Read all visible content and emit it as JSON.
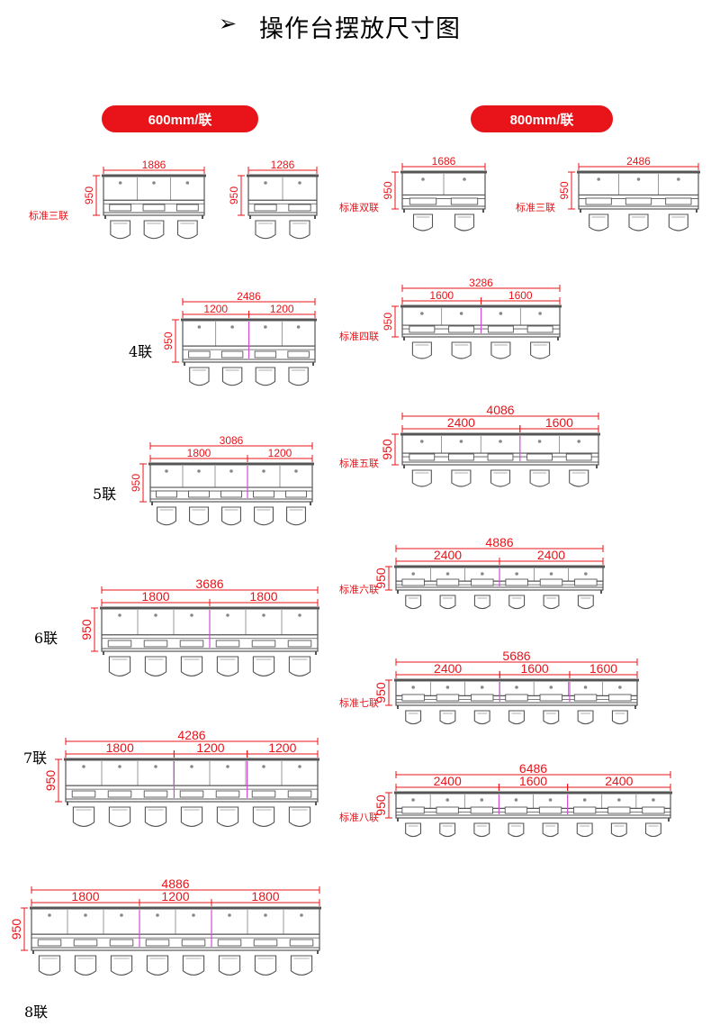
{
  "page_title": "操作台摆放尺寸图",
  "arrow_glyph": "➢",
  "pills": {
    "left": "600mm/联",
    "right": "800mm/联"
  },
  "height_label": "950",
  "colors": {
    "red": "#e8141a",
    "magenta": "#d24bd8",
    "gray": "#555555"
  },
  "units": [
    {
      "id": "l3",
      "label": "标准三联",
      "total": "1886",
      "segments": [],
      "seats": 3,
      "splits": []
    },
    {
      "id": "l2",
      "label": "",
      "total": "1286",
      "segments": [],
      "seats": 2,
      "splits": []
    },
    {
      "id": "l4",
      "label": "4联",
      "total": "2486",
      "segments": [
        "1200",
        "1200"
      ],
      "seats": 4,
      "splits": [
        0.5
      ]
    },
    {
      "id": "l5",
      "label": "5联",
      "total": "3086",
      "segments": [
        "1800",
        "1200"
      ],
      "seats": 5,
      "splits": [
        0.6
      ]
    },
    {
      "id": "l6",
      "label": "6联",
      "total": "3686",
      "segments": [
        "1800",
        "1800"
      ],
      "seats": 6,
      "splits": [
        0.5
      ]
    },
    {
      "id": "l7",
      "label": "7联",
      "total": "4286",
      "segments": [
        "1800",
        "1200",
        "1200"
      ],
      "seats": 7,
      "splits": [
        0.43,
        0.72
      ]
    },
    {
      "id": "l8",
      "label": "8联",
      "total": "4886",
      "segments": [
        "1800",
        "1200",
        "1800"
      ],
      "seats": 8,
      "splits": [
        0.375,
        0.625
      ]
    },
    {
      "id": "r2",
      "label": "标准双联",
      "total": "1686",
      "segments": [],
      "seats": 2,
      "splits": []
    },
    {
      "id": "r3",
      "label": "标准三联",
      "total": "2486",
      "segments": [],
      "seats": 3,
      "splits": []
    },
    {
      "id": "r4",
      "label": "标准四联",
      "total": "3286",
      "segments": [
        "1600",
        "1600"
      ],
      "seats": 4,
      "splits": [
        0.5
      ]
    },
    {
      "id": "r5",
      "label": "标准五联",
      "total": "4086",
      "segments": [
        "2400",
        "1600"
      ],
      "seats": 5,
      "splits": [
        0.6
      ]
    },
    {
      "id": "r6",
      "label": "标准六联",
      "total": "4886",
      "segments": [
        "2400",
        "2400"
      ],
      "seats": 6,
      "splits": [
        0.5
      ]
    },
    {
      "id": "r7",
      "label": "标准七联",
      "total": "5686",
      "segments": [
        "2400",
        "1600",
        "1600"
      ],
      "seats": 7,
      "splits": [
        0.43,
        0.72
      ]
    },
    {
      "id": "r8",
      "label": "标准八联",
      "total": "6486",
      "segments": [
        "2400",
        "1600",
        "2400"
      ],
      "seats": 8,
      "splits": [
        0.375,
        0.625
      ]
    }
  ]
}
